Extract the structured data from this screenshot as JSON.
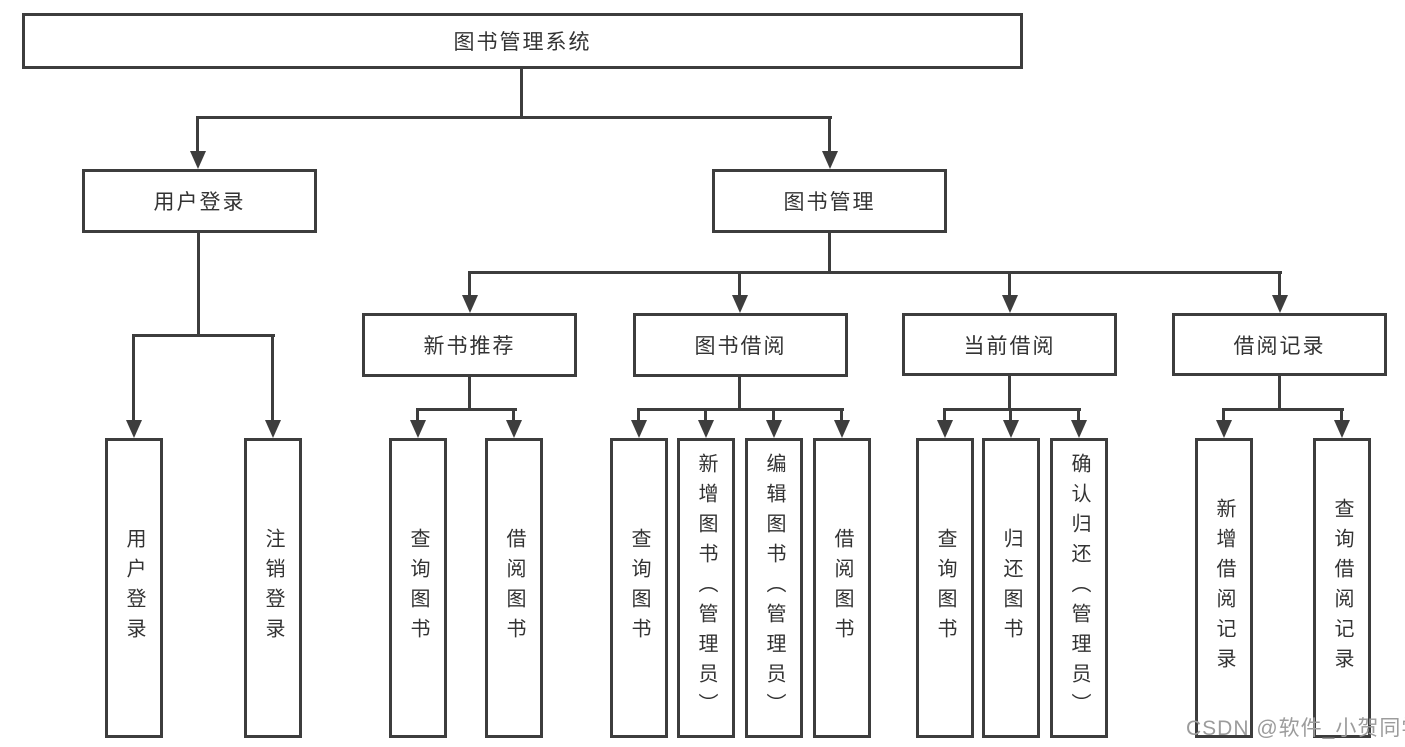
{
  "colors": {
    "line": "#3d3d3d",
    "text": "#333333",
    "background": "#ffffff",
    "watermark": "#9c9c9c"
  },
  "chart_data": {
    "type": "table",
    "title": "图书管理系统",
    "note": "hierarchical function-structure diagram"
  },
  "tree": {
    "root": {
      "label": "图书管理系统"
    },
    "level2": [
      {
        "label": "用户登录",
        "parent": "图书管理系统"
      },
      {
        "label": "图书管理",
        "parent": "图书管理系统"
      }
    ],
    "level3": [
      {
        "label": "新书推荐",
        "parent": "图书管理"
      },
      {
        "label": "图书借阅",
        "parent": "图书管理"
      },
      {
        "label": "当前借阅",
        "parent": "图书管理"
      },
      {
        "label": "借阅记录",
        "parent": "图书管理"
      }
    ],
    "leaves": [
      {
        "label": "用户登录",
        "parent": "用户登录"
      },
      {
        "label": "注销登录",
        "parent": "用户登录"
      },
      {
        "label": "查询图书",
        "parent": "新书推荐"
      },
      {
        "label": "借阅图书",
        "parent": "新书推荐"
      },
      {
        "label": "查询图书",
        "parent": "图书借阅"
      },
      {
        "label": "新增图书（管理员）",
        "parent": "图书借阅"
      },
      {
        "label": "编辑图书（管理员）",
        "parent": "图书借阅"
      },
      {
        "label": "借阅图书",
        "parent": "图书借阅"
      },
      {
        "label": "查询图书",
        "parent": "当前借阅"
      },
      {
        "label": "归还图书",
        "parent": "当前借阅"
      },
      {
        "label": "确认归还（管理员）",
        "parent": "当前借阅"
      },
      {
        "label": "新增借阅记录",
        "parent": "借阅记录"
      },
      {
        "label": "查询借阅记录",
        "parent": "借阅记录"
      }
    ]
  },
  "watermark": {
    "text": "CSDN @软件_小贺同学"
  }
}
